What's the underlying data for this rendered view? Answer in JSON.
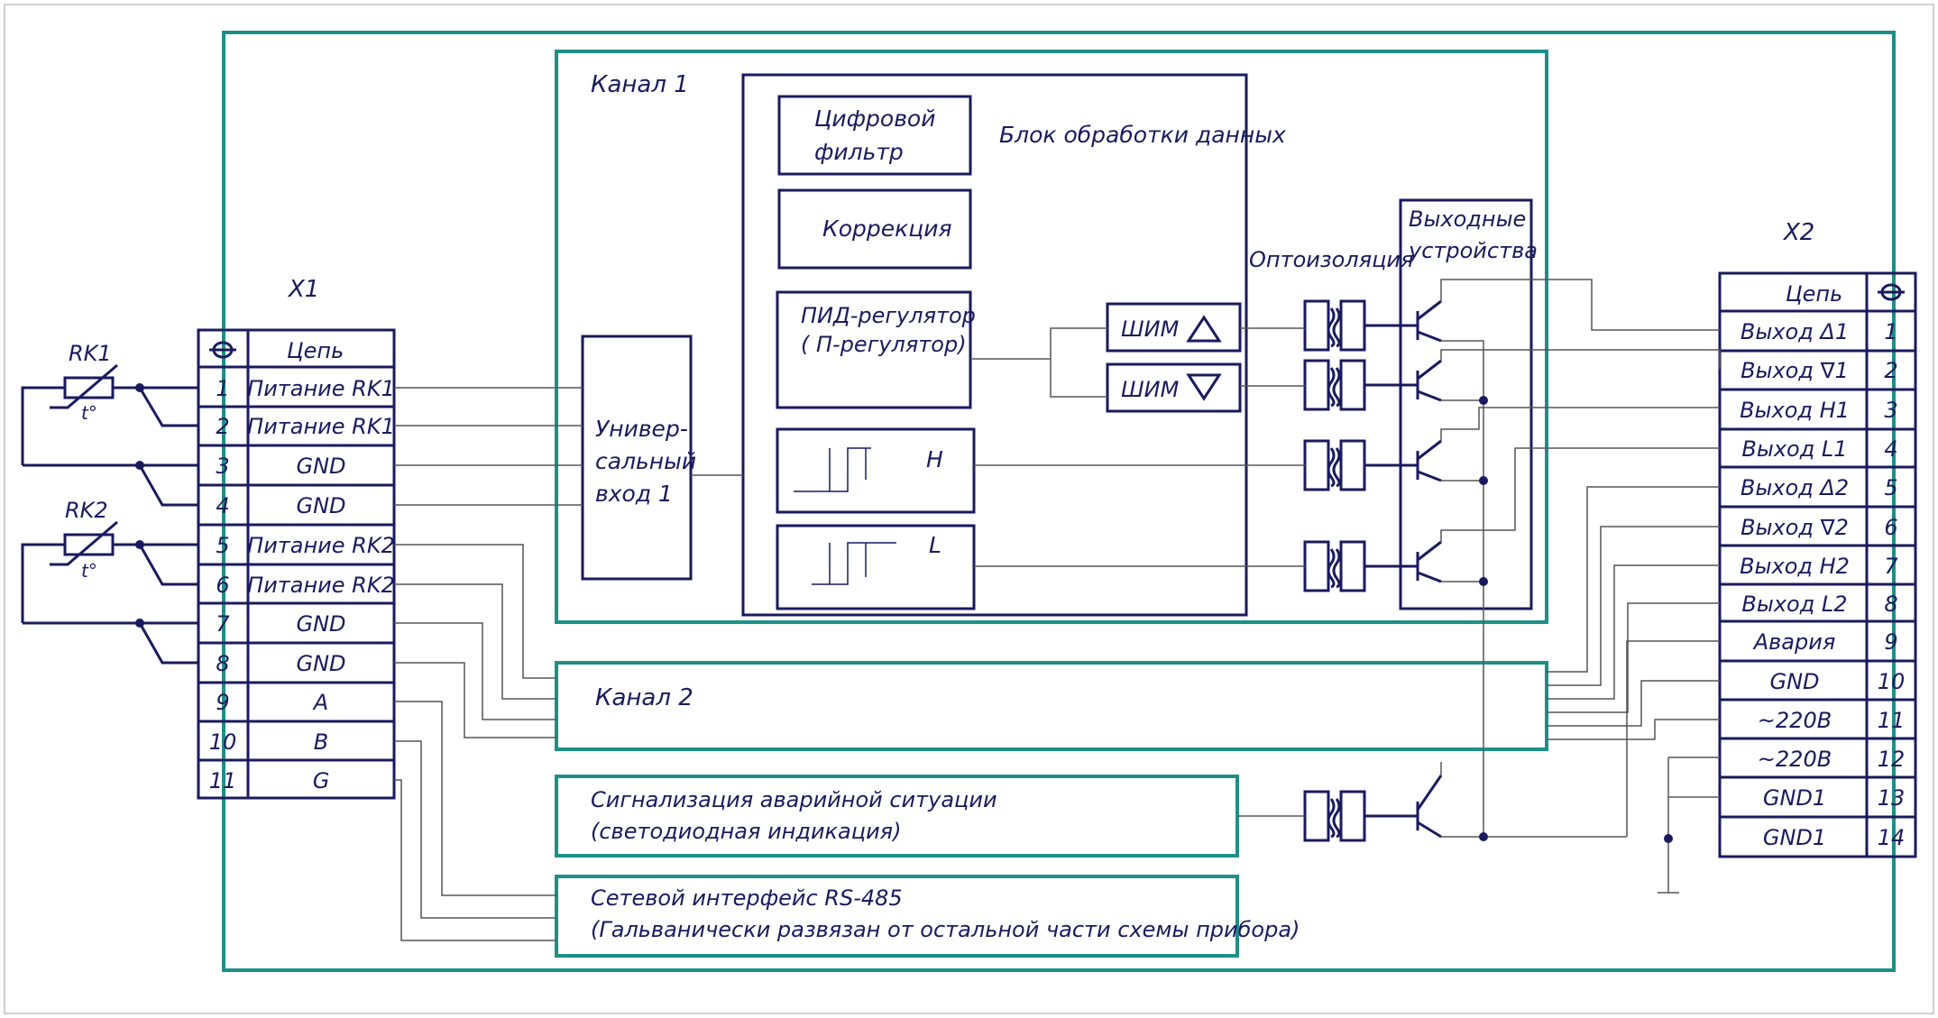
{
  "colors": {
    "frame": "#1d8f87",
    "ink": "#1a1a5e",
    "wire": "#555555"
  },
  "x1": {
    "title": "X1",
    "header": "Цепь",
    "pins": [
      {
        "n": "1",
        "name": "Питание RK1"
      },
      {
        "n": "2",
        "name": "Питание RK1"
      },
      {
        "n": "3",
        "name": "GND"
      },
      {
        "n": "4",
        "name": "GND"
      },
      {
        "n": "5",
        "name": "Питание RK2"
      },
      {
        "n": "6",
        "name": "Питание RK2"
      },
      {
        "n": "7",
        "name": "GND"
      },
      {
        "n": "8",
        "name": "GND"
      },
      {
        "n": "9",
        "name": "A"
      },
      {
        "n": "10",
        "name": "B"
      },
      {
        "n": "11",
        "name": "G"
      }
    ]
  },
  "x2": {
    "title": "X2",
    "header": "Цепь",
    "pins": [
      {
        "n": "1",
        "name": "Выход Δ1"
      },
      {
        "n": "2",
        "name": "Выход ∇1"
      },
      {
        "n": "3",
        "name": "Выход H1"
      },
      {
        "n": "4",
        "name": "Выход L1"
      },
      {
        "n": "5",
        "name": "Выход Δ2"
      },
      {
        "n": "6",
        "name": "Выход ∇2"
      },
      {
        "n": "7",
        "name": "Выход H2"
      },
      {
        "n": "8",
        "name": "Выход L2"
      },
      {
        "n": "9",
        "name": "Авария"
      },
      {
        "n": "10",
        "name": "GND"
      },
      {
        "n": "11",
        "name": "~220В"
      },
      {
        "n": "12",
        "name": "~220В"
      },
      {
        "n": "13",
        "name": "GND1"
      },
      {
        "n": "14",
        "name": "GND1"
      }
    ]
  },
  "sensors": {
    "rk1": "RK1",
    "rk2": "RK2",
    "temp": "t°"
  },
  "channel1": {
    "title": "Канал 1",
    "input_block": [
      "Универ-",
      "сальный",
      "вход 1"
    ],
    "data_block_title": "Блок обработки данных",
    "digital_filter": [
      "Цифровой",
      "фильтр"
    ],
    "correction": "Коррекция",
    "pid": [
      "ПИД-регулятор",
      "( П-регулятор)"
    ],
    "h_label": "H",
    "l_label": "L",
    "pwm": "ШИМ",
    "optoisolation": "Оптоизоляция",
    "outputs_title": [
      "Выходные",
      "устройства"
    ]
  },
  "channel2": {
    "title": "Канал 2"
  },
  "alarm": {
    "line1": "Сигнализация аварийной ситуации",
    "line2": "(светодиодная индикация)"
  },
  "network": {
    "line1": "Сетевой интерфейс RS-485",
    "line2": "(Гальванически развязан от остальной части схемы прибора)"
  }
}
